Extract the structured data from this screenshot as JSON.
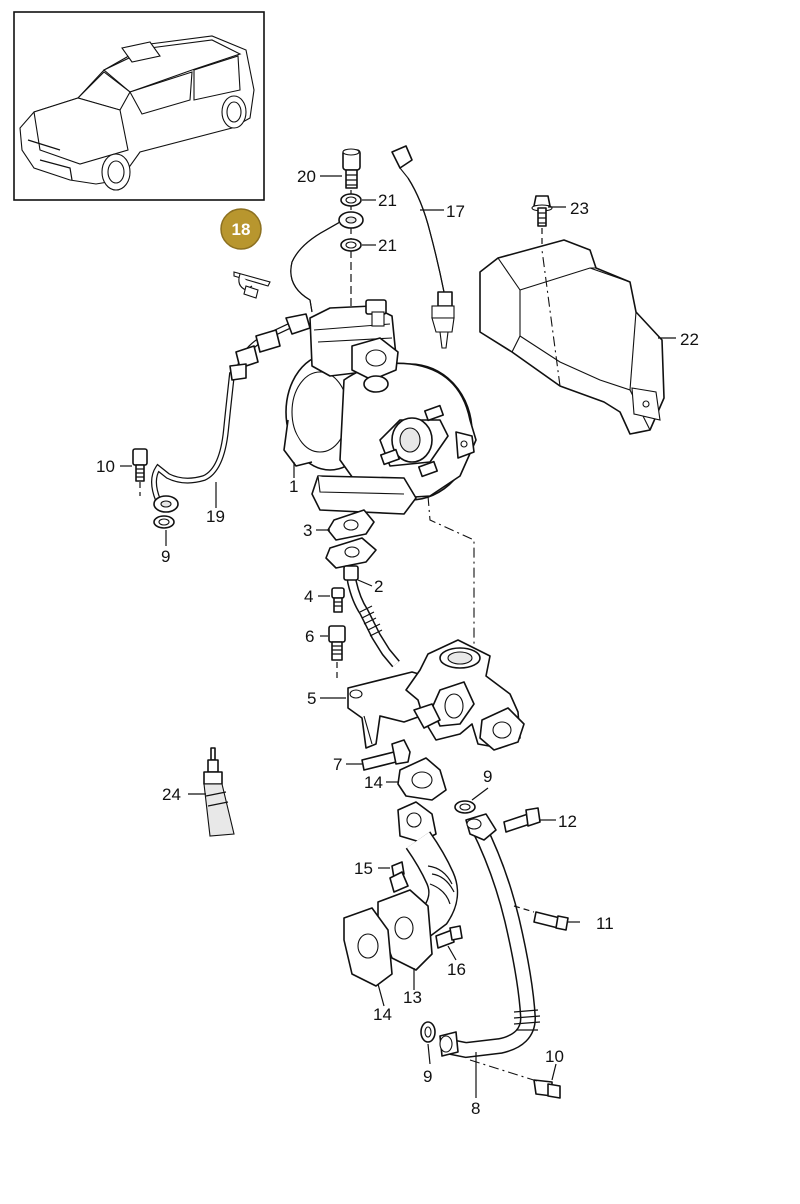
{
  "diagram": {
    "highlight_color": "#b8962e",
    "highlighted_part": "18",
    "labels": {
      "p1": "1",
      "p2": "2",
      "p3": "3",
      "p4": "4",
      "p5": "5",
      "p6": "6",
      "p7": "7",
      "p8": "8",
      "p9a": "9",
      "p9b": "9",
      "p9c": "9",
      "p10a": "10",
      "p10b": "10",
      "p11": "11",
      "p12": "12",
      "p13": "13",
      "p14a": "14",
      "p14b": "14",
      "p15": "15",
      "p16": "16",
      "p17": "17",
      "p18": "18",
      "p19": "19",
      "p20": "20",
      "p21a": "21",
      "p21b": "21",
      "p22": "22",
      "p23": "23",
      "p24": "24"
    }
  }
}
